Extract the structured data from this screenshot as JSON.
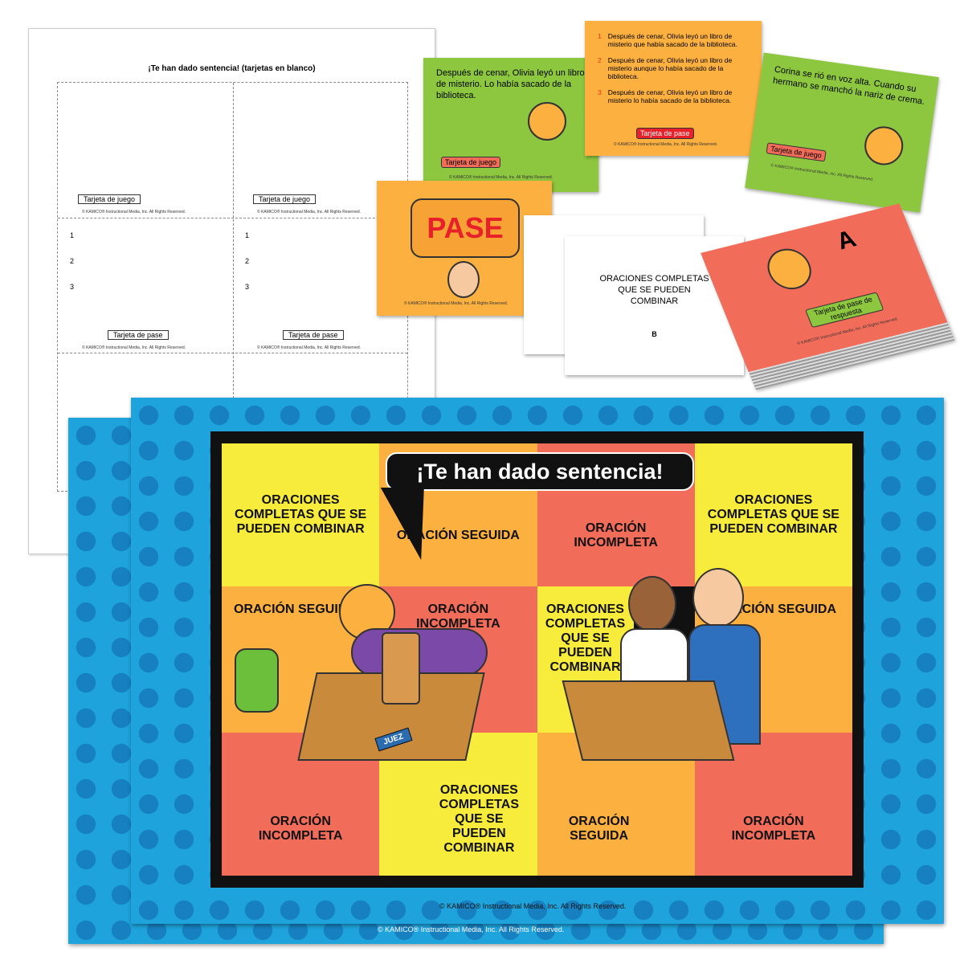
{
  "sheet": {
    "title": "¡Te han dado sentencia! (tarjetas en blanco)",
    "game_label": "Tarjeta de juego",
    "pass_label": "Tarjeta de pase",
    "numbers": [
      "1",
      "2",
      "3"
    ],
    "copyright": "© KAMICO® Instructional Media, Inc. All Rights Reserved."
  },
  "cards": {
    "game1": {
      "text": "Después de cenar, Olivia leyó un libro de misterio. Lo había sacado de la biblioteca.",
      "label": "Tarjeta de juego",
      "copyright": "© KAMICO® Instructional Media, Inc. All Rights Reserved."
    },
    "pass": {
      "options": [
        {
          "n": "1",
          "text": "Después de cenar, Olivia leyó un libro de misterio que había sacado de la biblioteca."
        },
        {
          "n": "2",
          "text": "Después de cenar, Olivia leyó un libro de misterio aunque lo había sacado de la biblioteca."
        },
        {
          "n": "3",
          "text": "Después de cenar, Olivia leyó un libro de misterio lo había sacado de la biblioteca."
        }
      ],
      "label": "Tarjeta de pase",
      "copyright": "© KAMICO® Instructional Media, Inc. All Rights Reserved."
    },
    "game2": {
      "text": "Corina se rió en voz alta. Cuando su hermano se manchó la nariz de crema.",
      "label": "Tarjeta de juego",
      "copyright": "© KAMICO® Instructional Media, Inc. All Rights Reserved."
    },
    "pase": {
      "title": "PASE",
      "copyright": "© KAMICO® Instructional Media, Inc. All Rights Reserved."
    },
    "answer": {
      "text": "ORACIONES COMPLETAS QUE SE PUEDEN COMBINAR",
      "letter": "B"
    },
    "stack": {
      "letter": "A",
      "label": "Tarjeta de pase de respuesta",
      "copyright": "© KAMICO® Instructional Media, Inc. All Rights Reserved."
    }
  },
  "board": {
    "title": "¡Te han dado sentencia!",
    "desk_sign": "JUEZ",
    "cells": [
      "ORACIONES COMPLETAS QUE SE PUEDEN COMBINAR",
      "ORACIÓN SEGUIDA",
      "ORACIÓN INCOMPLETA",
      "ORACIONES COMPLETAS QUE SE PUEDEN COMBINAR",
      "ORACIÓN SEGUIDA",
      "ORACIÓN INCOMPLETA",
      "ORACIONES COMPLETAS QUE SE PUEDEN COMBINAR",
      "ORACIÓN SEGUIDA",
      "ORACIÓN INCOMPLETA",
      "ORACIONES COMPLETAS QUE SE PUEDEN COMBINAR",
      "ORACIÓN SEGUIDA",
      "ORACIÓN INCOMPLETA"
    ],
    "copyright": "© KAMICO® Instructional Media, Inc. All Rights Reserved.",
    "copyright_back": "© KAMICO® Instructional Media, Inc. All Rights Reserved."
  }
}
